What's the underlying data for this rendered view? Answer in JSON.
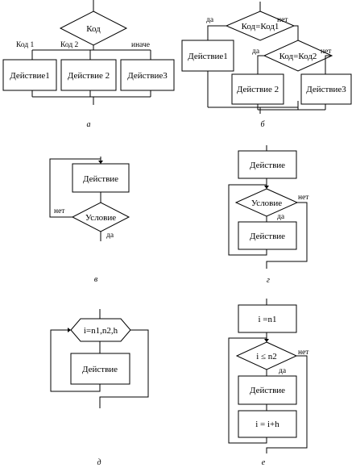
{
  "diagram_a": {
    "caption": "а",
    "decision": "Код",
    "branch1": "Код 1",
    "branch2": "Код 2",
    "branch3": "иначе",
    "action1": "Действие1",
    "action2": "Действие 2",
    "action3": "Действие3"
  },
  "diagram_b": {
    "caption": "б",
    "decision1": "Код=Код1",
    "decision2": "Код=Код2",
    "yes1": "да",
    "no1": "нет",
    "yes2": "да",
    "no2": "нет",
    "action1": "Действие1",
    "action2": "Действие 2",
    "action3": "Действие3"
  },
  "diagram_v": {
    "caption": "в",
    "action": "Действие",
    "condition": "Условие",
    "no": "нет",
    "yes": "да"
  },
  "diagram_g": {
    "caption": "г",
    "action_top": "Действие",
    "condition": "Условие",
    "no": "нет",
    "yes": "да",
    "action_body": "Действие"
  },
  "diagram_d": {
    "caption": "д",
    "loop_header": "i=n1,n2,h",
    "action": "Действие"
  },
  "diagram_e": {
    "caption": "е",
    "init": "i =n1",
    "condition": "i ≤ n2",
    "no": "нет",
    "yes": "да",
    "action": "Действие",
    "step": "i = i+h"
  }
}
